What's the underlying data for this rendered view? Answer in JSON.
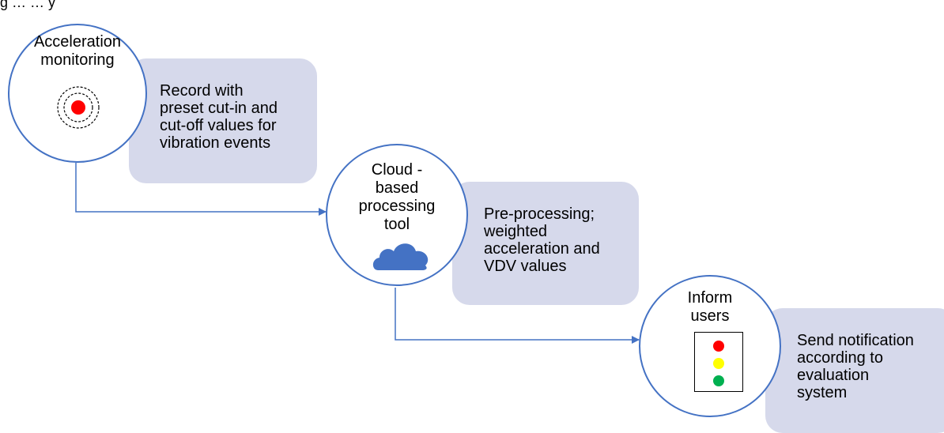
{
  "caption": "g … … y",
  "steps": [
    {
      "title": [
        "Acceleration",
        "monitoring"
      ],
      "icon": "sensor-icon",
      "description": [
        "Record with",
        "preset cut-in and",
        "cut-off values for",
        "vibration events"
      ]
    },
    {
      "title": [
        "Cloud -",
        "based",
        "processing",
        "tool"
      ],
      "icon": "cloud-icon",
      "description": [
        "Pre-processing;",
        "weighted",
        "acceleration and",
        "VDV values"
      ]
    },
    {
      "title": [
        "Inform",
        "users"
      ],
      "icon": "traffic-light-icon",
      "description": [
        "Send notification",
        "according to",
        "evaluation",
        "system"
      ]
    }
  ],
  "colors": {
    "circle_border": "#4472c4",
    "arrow": "#4472c4",
    "box_fill": "#d6d9eb",
    "cloud": "#4472c4",
    "red": "#ff0000",
    "yellow": "#ffff00",
    "green": "#00b050"
  }
}
